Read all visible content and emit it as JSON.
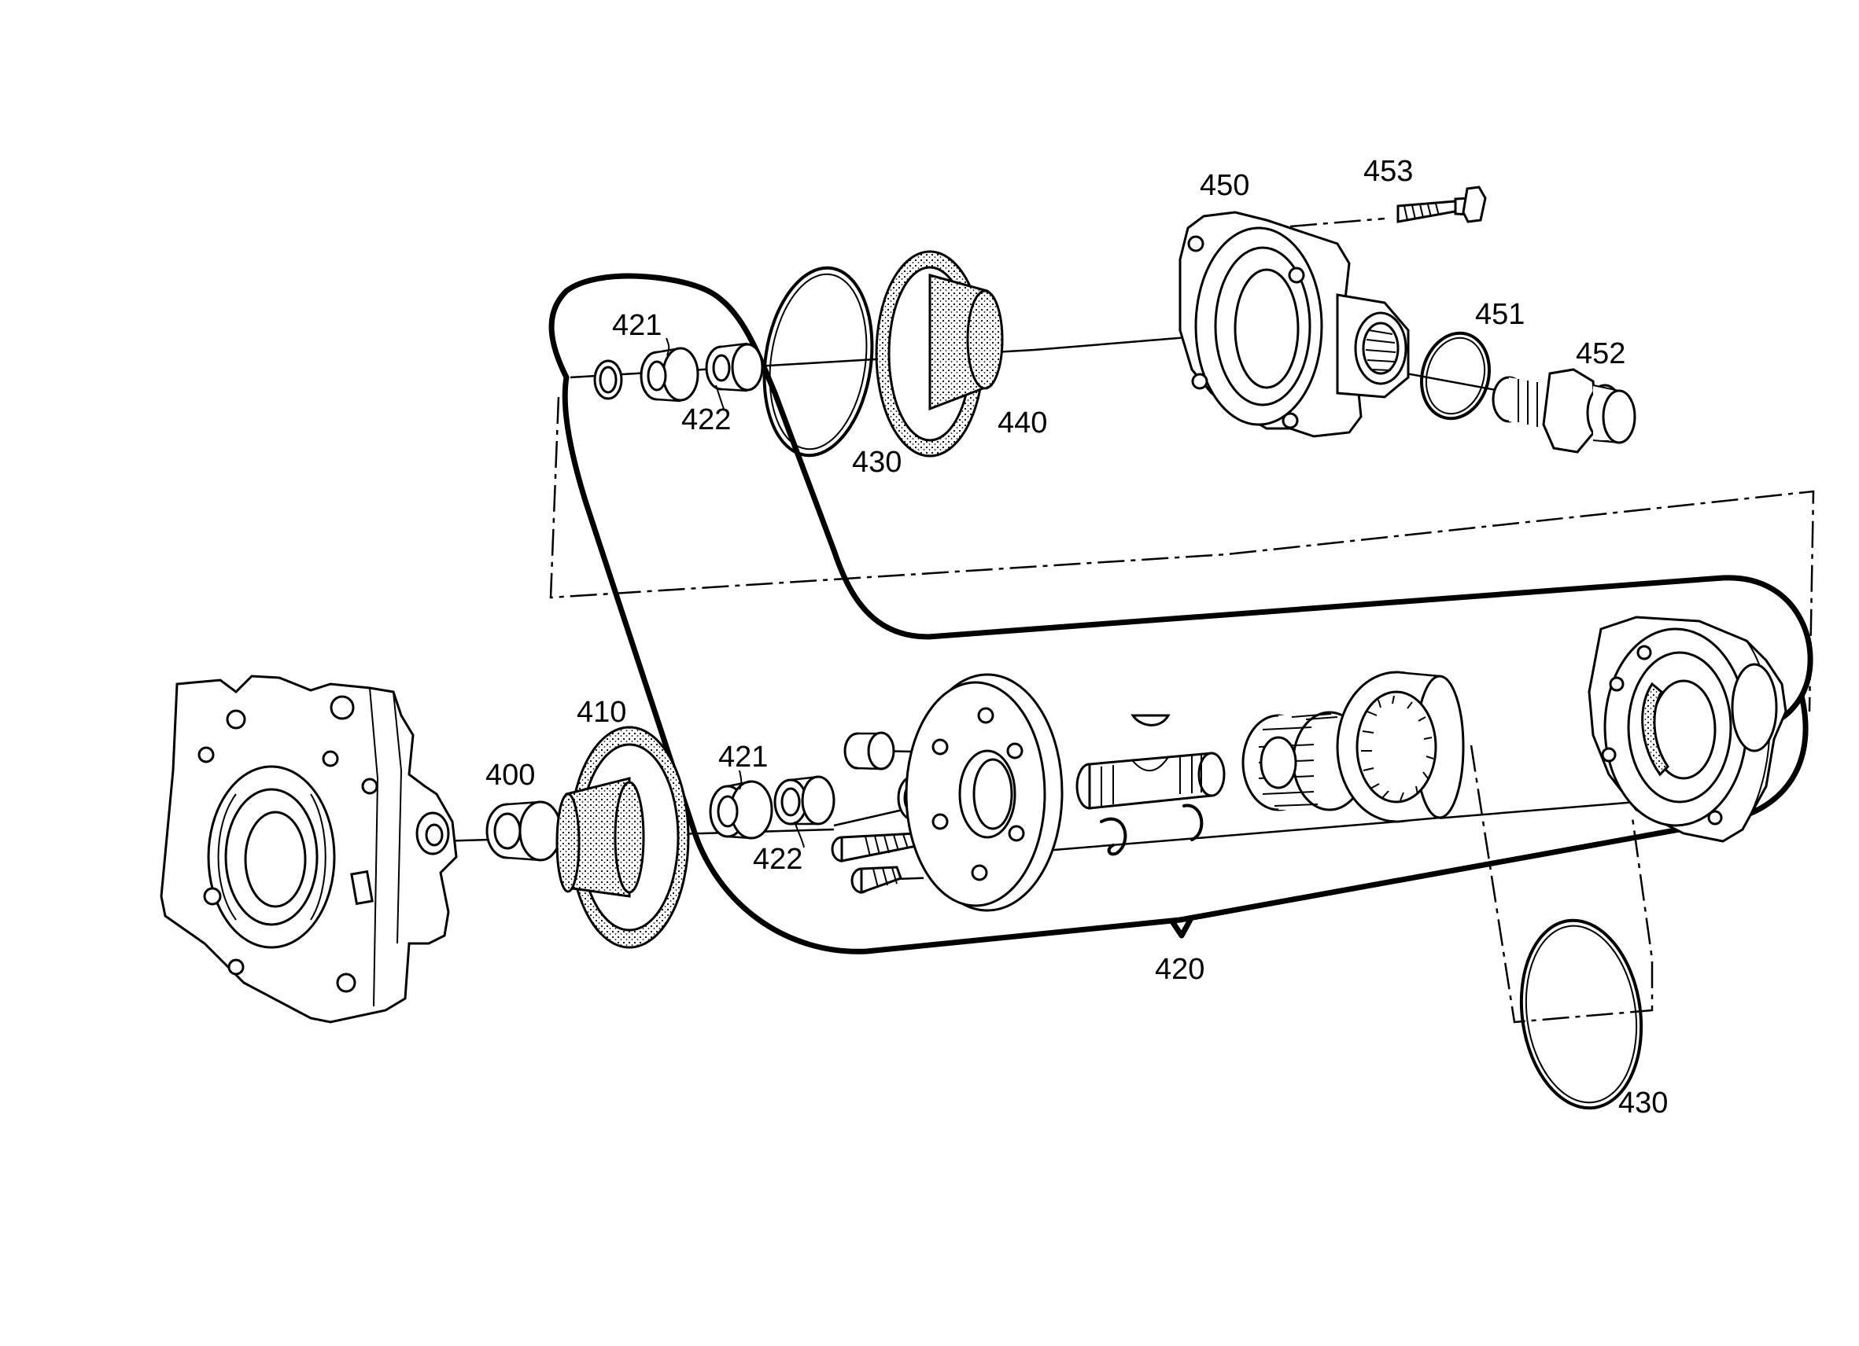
{
  "labels": {
    "p400": "400",
    "p410": "410",
    "p420": "420",
    "p421a": "421",
    "p421b": "421",
    "p422a": "422",
    "p422b": "422",
    "p430a": "430",
    "p430b": "430",
    "p440": "440",
    "p450": "450",
    "p451": "451",
    "p452": "452",
    "p453": "453"
  },
  "colors": {
    "ink": "#000000",
    "paper": "#ffffff"
  }
}
